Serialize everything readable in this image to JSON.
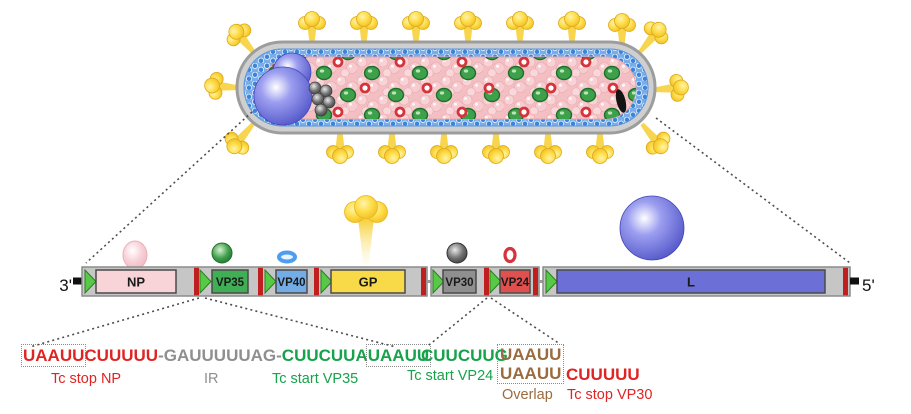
{
  "genome": {
    "end3_label": "3'",
    "end5_label": "5'",
    "genes": [
      {
        "name": "NP",
        "color": "#f8d4d8"
      },
      {
        "name": "VP35",
        "color": "#3fae55"
      },
      {
        "name": "VP40",
        "color": "#74ace6"
      },
      {
        "name": "GP",
        "color": "#f8da48"
      },
      {
        "name": "VP30",
        "color": "#8f8f8f"
      },
      {
        "name": "VP24",
        "color": "#e0504f"
      },
      {
        "name": "L",
        "color": "#6b6fd6"
      }
    ],
    "signal_colors": {
      "transcription_start": "#58c947",
      "transcription_stop": "#bf1f1f"
    }
  },
  "legend_icons": [
    "np-sphere-icon",
    "vp35-sphere-icon",
    "vp40-ellipse-icon",
    "gp-spike-icon",
    "vp30-sphere-icon",
    "vp24-ring-icon",
    "l-polymerase-sphere-icon"
  ],
  "sequences": {
    "junction_np_vp35": {
      "stop_np_pentamer": "UAAUU",
      "stop_np_tail": "CUUUUU",
      "dash1": "-",
      "intergenic": "GAUUUUUAG",
      "dash2": "-",
      "start_vp35_lead": "CUUCUUA",
      "start_vp35_pentamer": "UAAUU",
      "label_stop_np": "Tc stop NP",
      "label_ir": "IR",
      "label_start_vp35": "Tc start VP35"
    },
    "junction_vp30_vp24": {
      "start_vp24_lead": "CUUCUUG",
      "overlap_top": "UAAUU",
      "overlap_bottom": "UAAUU",
      "stop_vp30_tail": "CUUUUU",
      "label_start_vp24": "Tc start VP24",
      "label_overlap": "Overlap",
      "label_stop_vp30": "Tc stop VP30"
    },
    "colors": {
      "stop": "#e02424",
      "start": "#17a24c",
      "ir": "#8f8f8f",
      "overlap": "#9a6b3f"
    }
  }
}
